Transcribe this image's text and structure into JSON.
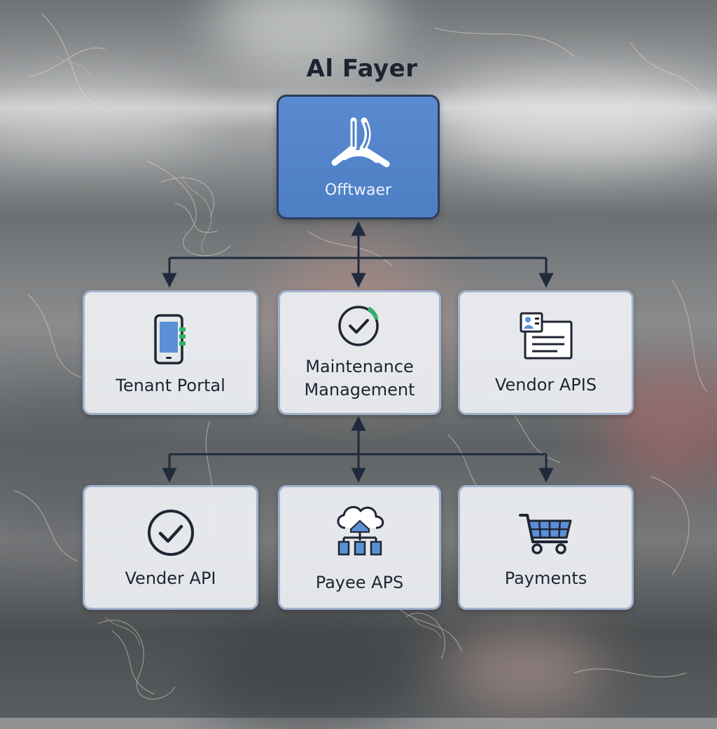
{
  "title": "Al Fayer",
  "root": {
    "label": "Offtwaer",
    "icon": "tri-blade-logo-icon"
  },
  "middle_row": [
    {
      "label": "Tenant Portal",
      "icon": "mobile-phone-icon"
    },
    {
      "label": "Maintenance Management",
      "icon": "check-circle-icon"
    },
    {
      "label": "Vendor APIS",
      "icon": "id-document-icon"
    }
  ],
  "bottom_row": [
    {
      "label": "Vender API",
      "icon": "check-circle-icon"
    },
    {
      "label": "Payee APS",
      "icon": "cloud-network-icon"
    },
    {
      "label": "Payments",
      "icon": "shopping-cart-icon"
    }
  ],
  "colors": {
    "root_fill": "#4d7fc4",
    "node_fill": "#eceef2",
    "node_border": "#9fb2cc",
    "connector": "#1f2a3d",
    "text": "#1f2532",
    "accent_green": "#2fb36a"
  }
}
